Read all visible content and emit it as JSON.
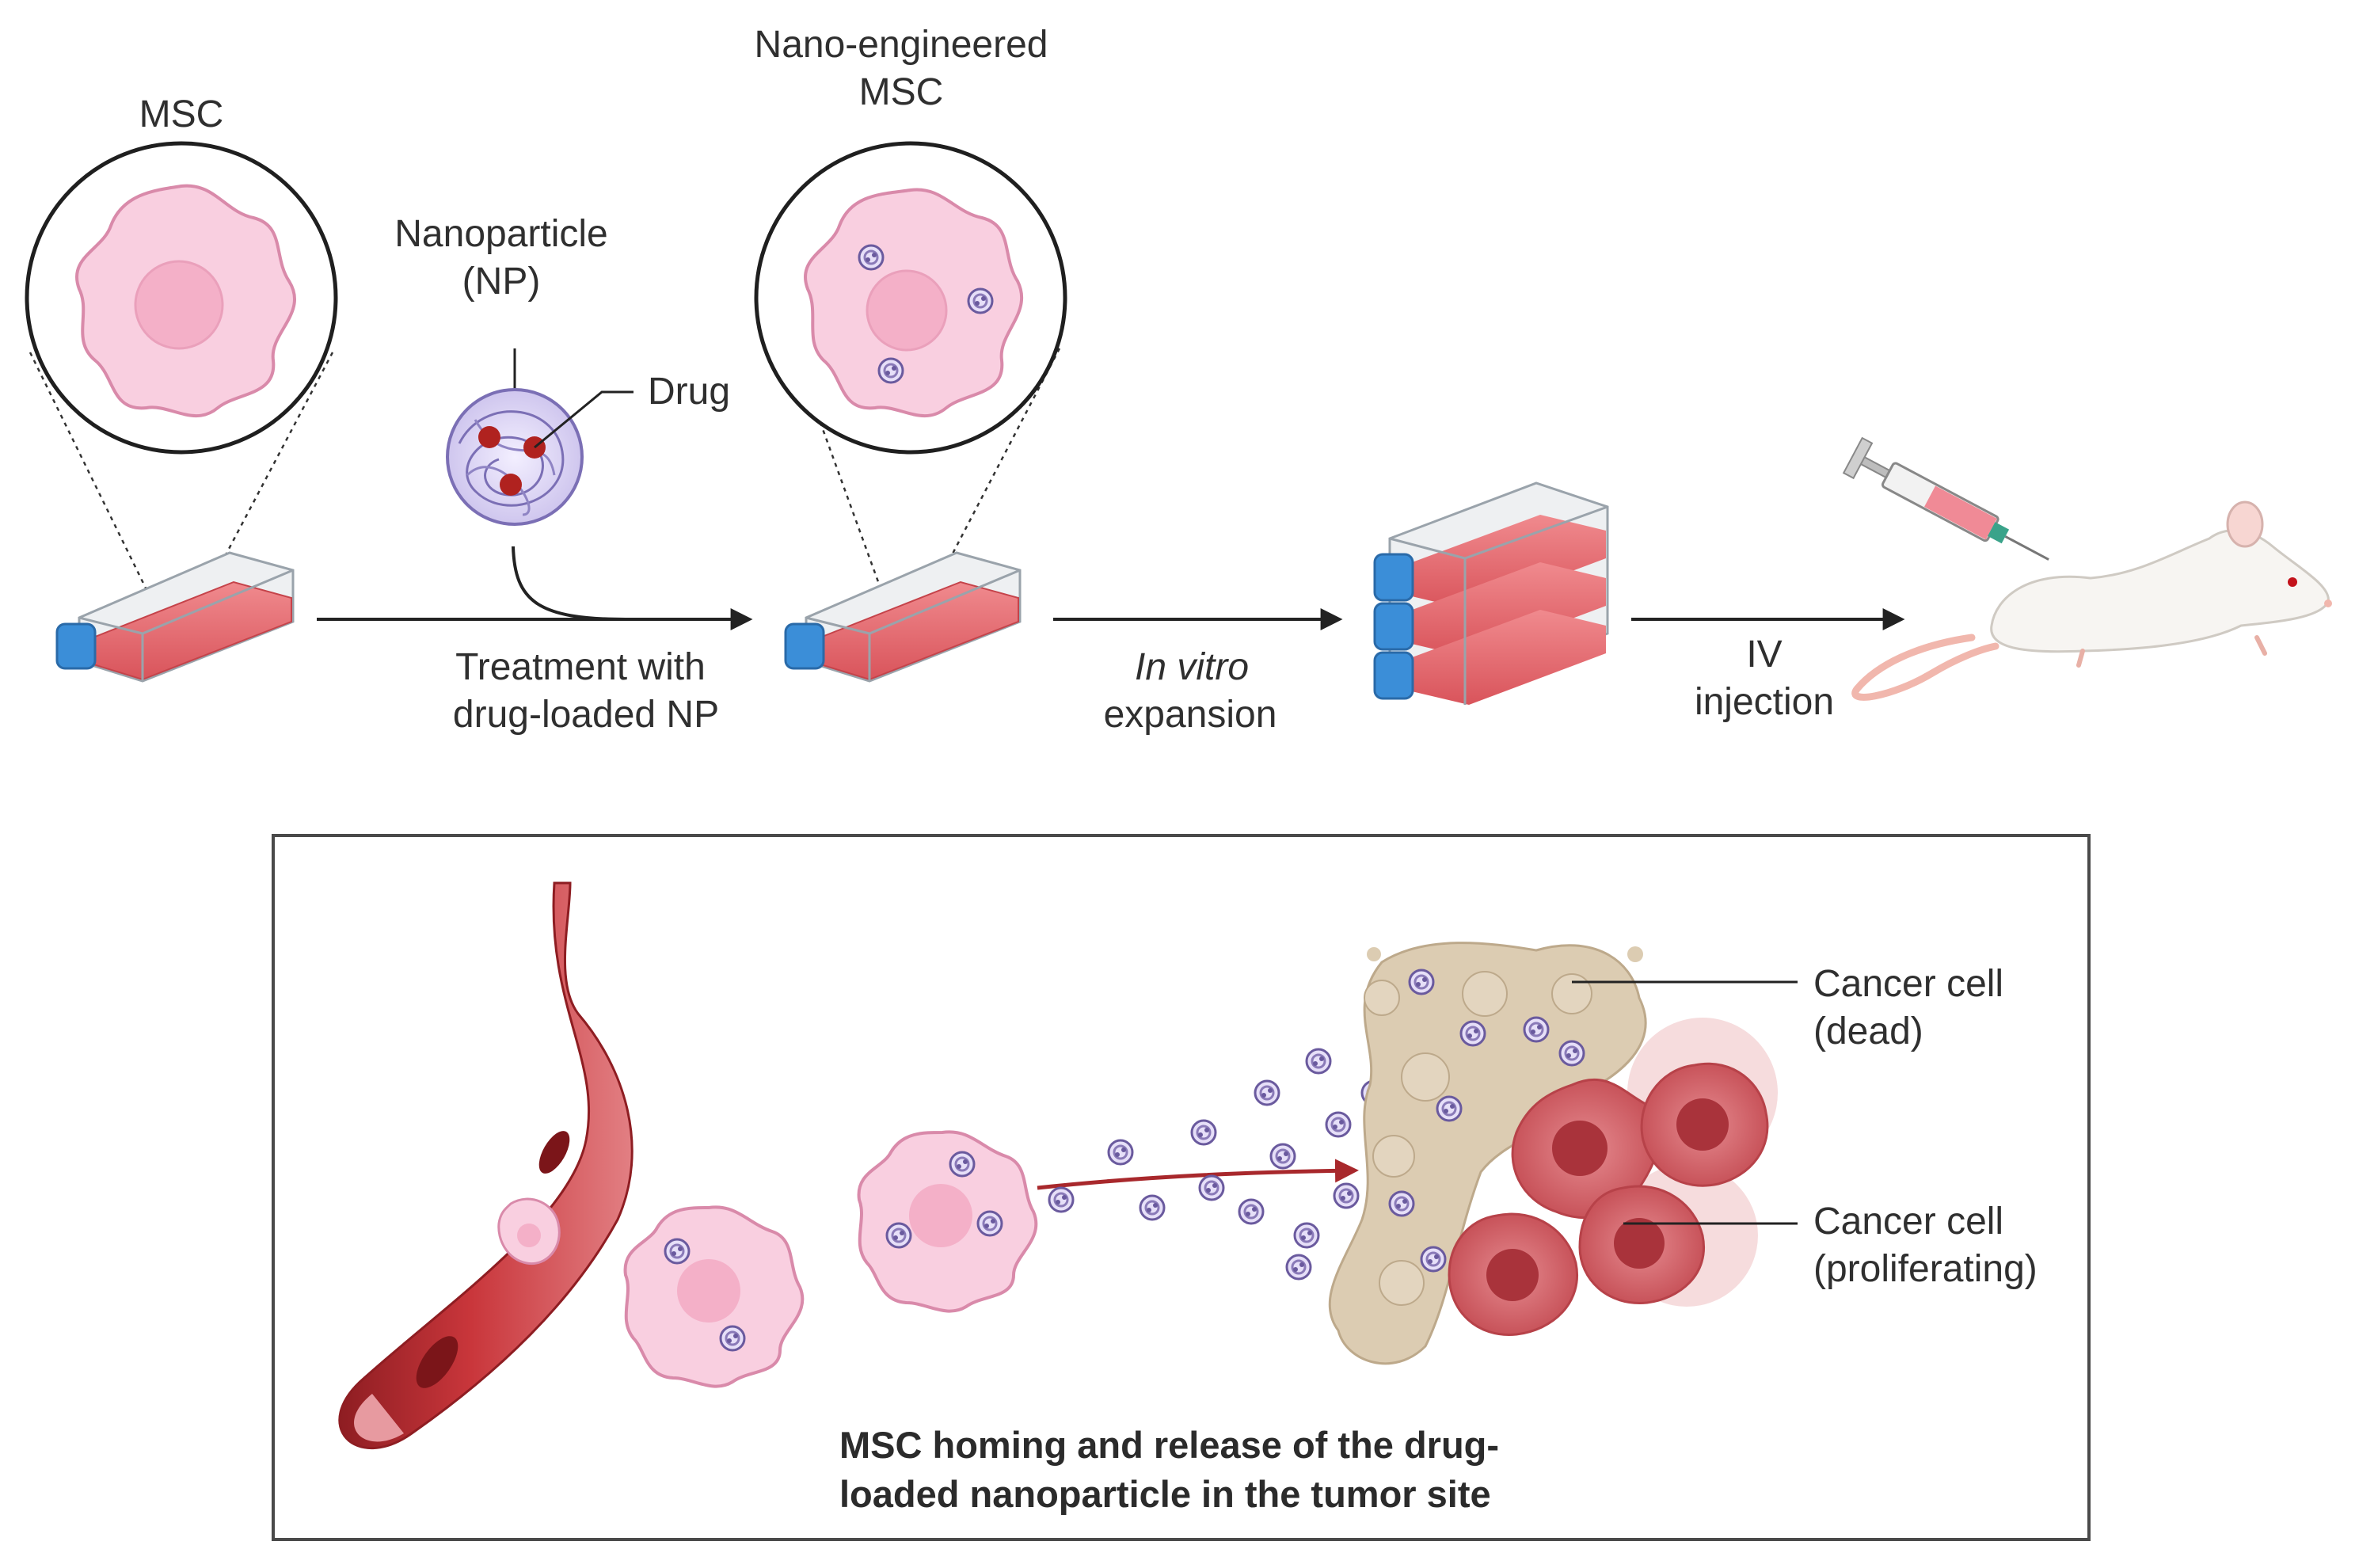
{
  "labels": {
    "msc": "MSC",
    "nano_msc_line1": "Nano-engineered",
    "nano_msc_line2": "MSC",
    "np_line1": "Nanoparticle",
    "np_line2": "(NP)",
    "drug": "Drug",
    "treatment_line1": "Treatment with",
    "treatment_line2": "drug-loaded NP",
    "invitro_line1": "In vitro",
    "invitro_line2": "expansion",
    "iv_line1": "IV",
    "iv_line2": "injection",
    "dead_line1": "Cancer cell",
    "dead_line2": "(dead)",
    "prolif_line1": "Cancer cell",
    "prolif_line2": "(proliferating)",
    "caption_line1": "MSC homing and release of the drug-",
    "caption_line2": "loaded nanoparticle in the tumor site"
  },
  "colors": {
    "msc_fill": "#f9cfe0",
    "msc_outline": "#d98aaa",
    "nucleus": "#f4b0c8",
    "medium": "#e8676e",
    "cap": "#3b8ed8",
    "np_purple": "#8a7ab8",
    "drug_red": "#b0221f",
    "vessel": "#b82a30",
    "dead_cell": "#d8c8b0",
    "cancer_cell": "#cf5b62",
    "arrow": "#222222",
    "homing_arrow": "#a8282c"
  }
}
